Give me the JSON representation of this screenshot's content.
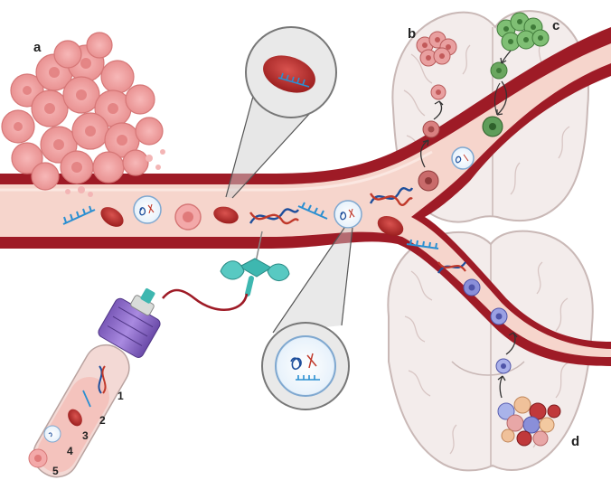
{
  "labels": {
    "a": "a",
    "b": "b",
    "c": "c",
    "d": "d"
  },
  "tube_labels": [
    "1",
    "2",
    "3",
    "4",
    "5"
  ],
  "colors": {
    "vessel_outer": "#9e1b26",
    "vessel_inner": "#f6d5cc",
    "rbc": "#c0392b",
    "tumor_pink": "#f0a1a1",
    "met_green": "#5f9d5a",
    "met_purple": "#8a8fd9",
    "dna_blue": "#1d4e9b",
    "dna_red": "#c0392b",
    "ctdna_blue": "#2b8fd1",
    "needle_teal": "#3eb7b0",
    "tube_cap": "#9b7ad1",
    "brain_fill": "#f3eceb",
    "brain_line": "#c9b8b6"
  },
  "icons": [
    "tumor-cluster",
    "red-blood-cell",
    "exosome-vesicle",
    "ctdna-fragment",
    "dna-double-helix",
    "butterfly-needle",
    "blood-collection-tube",
    "brain-section",
    "curved-arrow"
  ]
}
